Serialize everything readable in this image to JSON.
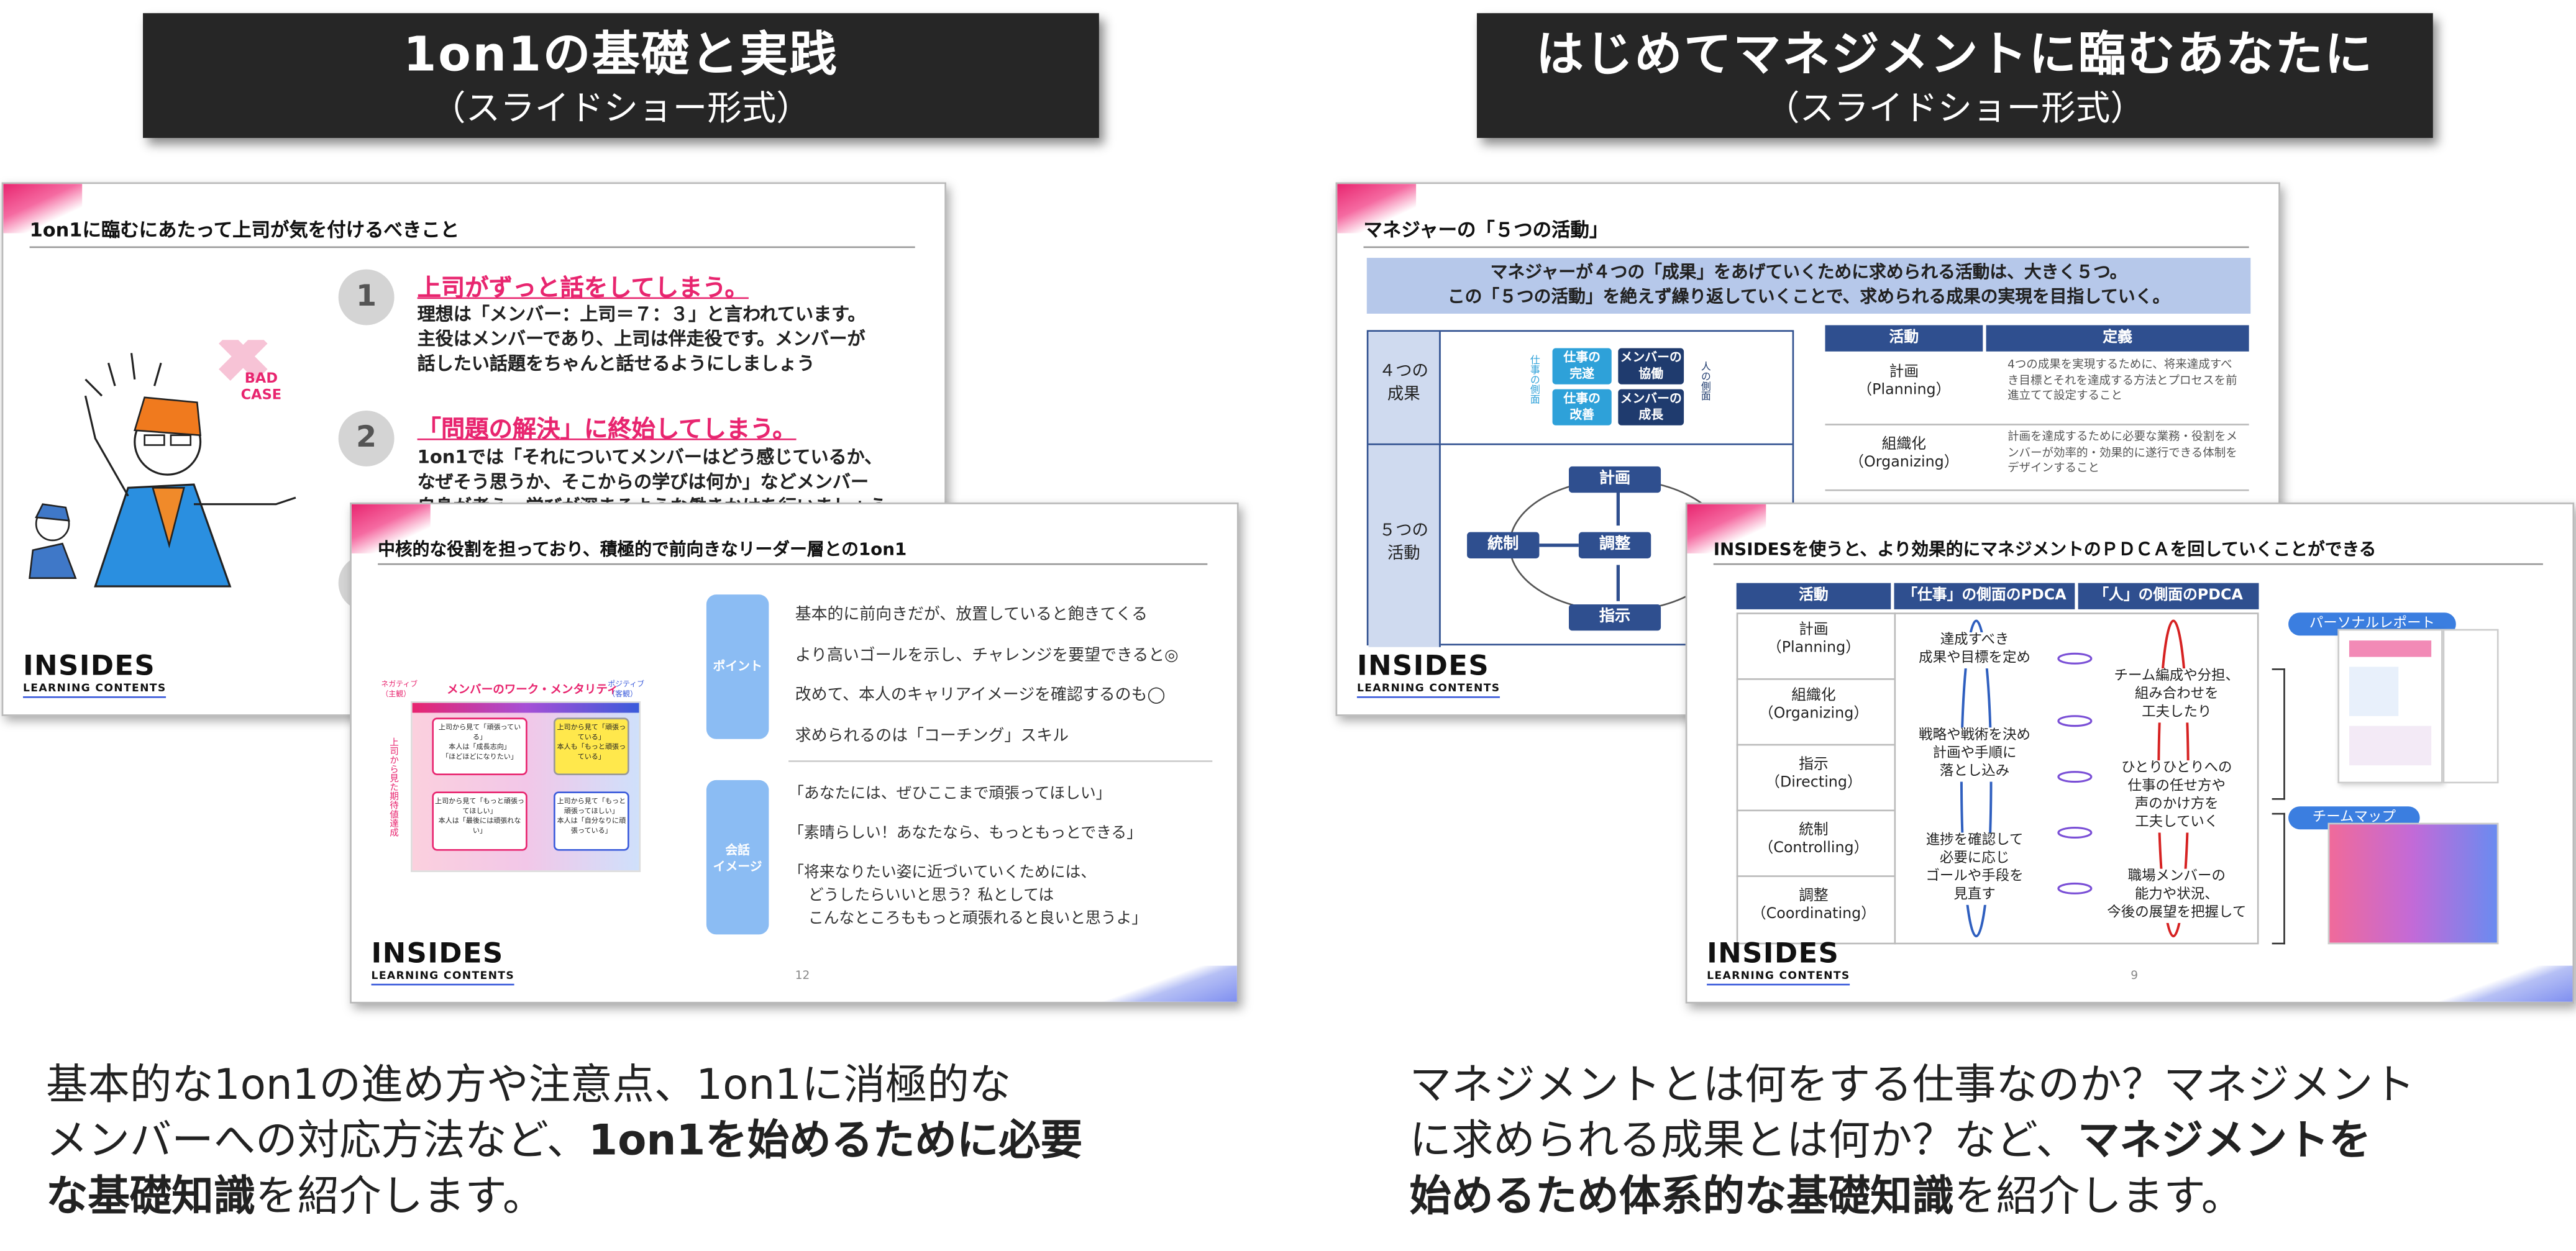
{
  "left": {
    "header_title": "1on1の基礎と実践",
    "header_subtitle": "（スライドショー形式）",
    "slide_a": {
      "title": "1on1に臨むにあたって上司が気を付けるべきこと",
      "badge": "BAD\nCASE",
      "items": [
        {
          "num": "1",
          "heading": "上司がずっと話をしてしまう。",
          "lines": [
            "理想は「メンバー：上司＝７：３」と言われています。",
            "主役はメンバーであり、上司は伴走役です。メンバーが",
            "話したい話題をちゃんと話せるようにしましょう"
          ]
        },
        {
          "num": "2",
          "heading": "「問題の解決」に終始してしまう。",
          "lines": [
            "1on1では「それについてメンバーはどう感じているか、",
            "なぜそう思うか、そこからの学びは何か」などメンバー",
            "自身が考え、学びが深まるような働きかけを行いましょう"
          ]
        }
      ],
      "logo": "INSIDES",
      "logo_sub": "LEARNING CONTENTS"
    },
    "slide_b": {
      "title": "中核的な役割を担っており、積極的で前向きなリーダー層との1on1",
      "grid_title": "メンバーのワーク・メンタリティ",
      "grid_left_top": "ネガティブ（主観）",
      "grid_right_top": "ポジティブ（客観）",
      "grid_side": "上司から見た期待値達成",
      "grid_cells": [
        "上司から見て「頑張っている」\n本人は「成長志向」\n「ほどほどになりたい」",
        "上司から見て「頑張っている」\n本人も「もっと頑張っている」",
        "上司から見て「もっと頑張ってほしい」\n本人は「最後には頑張れない」",
        "上司から見て「もっと頑張ってほしい」\n本人は「自分なりに頑張っている」"
      ],
      "point_label": "ポイント",
      "points": [
        "基本的に前向きだが、放置していると飽きてくる",
        "より高いゴールを示し、チャレンジを要望できると◎",
        "改めて、本人のキャリアイメージを確認するのも◯",
        "求められるのは「コーチング」スキル"
      ],
      "talk_label": "会話\nイメージ",
      "talks": [
        "「あなたには、ぜひここまで頑張ってほしい」",
        "「素晴らしい！あなたなら、もっともっとできる」",
        "「将来なりたい姿に近づいていくためには、",
        "どうしたらいいと思う？私としては",
        "こんなところももっと頑張れると良いと思うよ」"
      ],
      "page": "12",
      "logo": "INSIDES",
      "logo_sub": "LEARNING CONTENTS"
    },
    "caption_pre": "基本的な1on1の進め方や注意点、1on1に消極的な",
    "caption_line2_pre": "メンバーへの対応方法など、",
    "caption_bold1": "1on1を始めるために必要",
    "caption_bold2": "な基礎知識",
    "caption_post": "を紹介します。"
  },
  "right": {
    "header_title": "はじめてマネジメントに臨むあなたに",
    "header_subtitle": "（スライドショー形式）",
    "slide_a": {
      "title": "マネジャーの「５つの活動」",
      "banner1": "マネジャーが４つの「成果」をあげていくために求められる活動は、大きく５つ。",
      "banner2": "この「５つの活動」を絶えず繰り返していくことで、求められる成果の実現を目指していく。",
      "four_label": "４つの\n成果",
      "five_label": "５つの\n活動",
      "work_side": "仕事の側面",
      "person_side": "人の側面",
      "outcomes": [
        "仕事の\n完遂",
        "メンバーの\n協働",
        "仕事の\n改善",
        "メンバーの\n成長"
      ],
      "activities": [
        "計画",
        "統制",
        "調整",
        "指示"
      ],
      "table_head": [
        "活動",
        "定義"
      ],
      "table_rows": [
        {
          "act": "計画\n（Planning）",
          "def": "4つの成果を実現するために、将来達成すべき目標とそれを達成する方法とプロセスを前進立てて設定すること"
        },
        {
          "act": "組織化\n（Organizing）",
          "def": "計画を達成するために必要な業務・役割をメンバーが効率的・効果的に遂行できる体制をデザインすること"
        }
      ],
      "logo": "INSIDES",
      "logo_sub": "LEARNING CONTENTS"
    },
    "slide_b": {
      "title": "INSIDESを使うと、より効果的にマネジメントのＰＤＣＡを回していくことができる",
      "head": [
        "活動",
        "「仕事」の側面のPDCA",
        "「人」の側面のPDCA"
      ],
      "acts": [
        "計画\n（Planning）",
        "組織化\n（Organizing）",
        "指示\n（Directing）",
        "統制\n（Controlling）",
        "調整\n（Coordinating）"
      ],
      "work_texts": [
        "達成すべき\n成果や目標を定め",
        "戦略や戦術を決め\n計画や手順に\n落とし込み",
        "進捗を確認して\n必要に応じ\nゴールや手段を\n見直す"
      ],
      "person_texts": [
        "チーム編成や分担、\n組み合わせを\n工夫したり",
        "ひとりひとりへの\n仕事の任せ方や\n声のかけ方を\n工夫していく",
        "職場メンバーの\n能力や状況、\n今後の展望を把握して"
      ],
      "personal_report": "パーソナルレポート",
      "team_map": "チームマップ",
      "page": "9",
      "logo": "INSIDES",
      "logo_sub": "LEARNING CONTENTS"
    },
    "caption_line1": "マネジメントとは何をする仕事なのか？マネジメント",
    "caption_line2_pre": "に求められる成果とは何か？など、",
    "caption_bold1": "マネジメントを",
    "caption_bold2": "始めるため体系的な基礎知識",
    "caption_post": "を紹介します。"
  },
  "colors": {
    "accent_pink": "#e8256f",
    "navy": "#2f4f8f",
    "header_bg": "#262626",
    "pill_blue": "#8bbcf3"
  }
}
